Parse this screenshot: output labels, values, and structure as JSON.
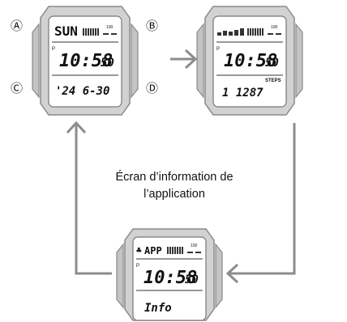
{
  "buttons": {
    "a": "Ⓐ",
    "b": "Ⓑ",
    "c": "Ⓒ",
    "d": "Ⓓ"
  },
  "watch1": {
    "top": "SUN",
    "small_p": "P",
    "time": "10:58",
    "seconds": "50",
    "bottom": "'24 6-30",
    "meter_label": "100"
  },
  "watch2": {
    "small_p": "P",
    "time": "10:58",
    "seconds": "50",
    "steps_label": "STEPS",
    "bottom": "1 1287",
    "meter_label": "100"
  },
  "watch3": {
    "top": "APP",
    "small_p": "P",
    "time": "10:58",
    "seconds": "50",
    "bottom": "Info",
    "meter_label": "100"
  },
  "caption": {
    "line1": "Écran d’information de",
    "line2": "l’application"
  },
  "colors": {
    "arrow": "#8c8c8c",
    "bezel": "#d2d2d2",
    "bezel_stroke": "#8a8a8a",
    "lcd_bg": "#ffffff",
    "ink": "#111111"
  }
}
